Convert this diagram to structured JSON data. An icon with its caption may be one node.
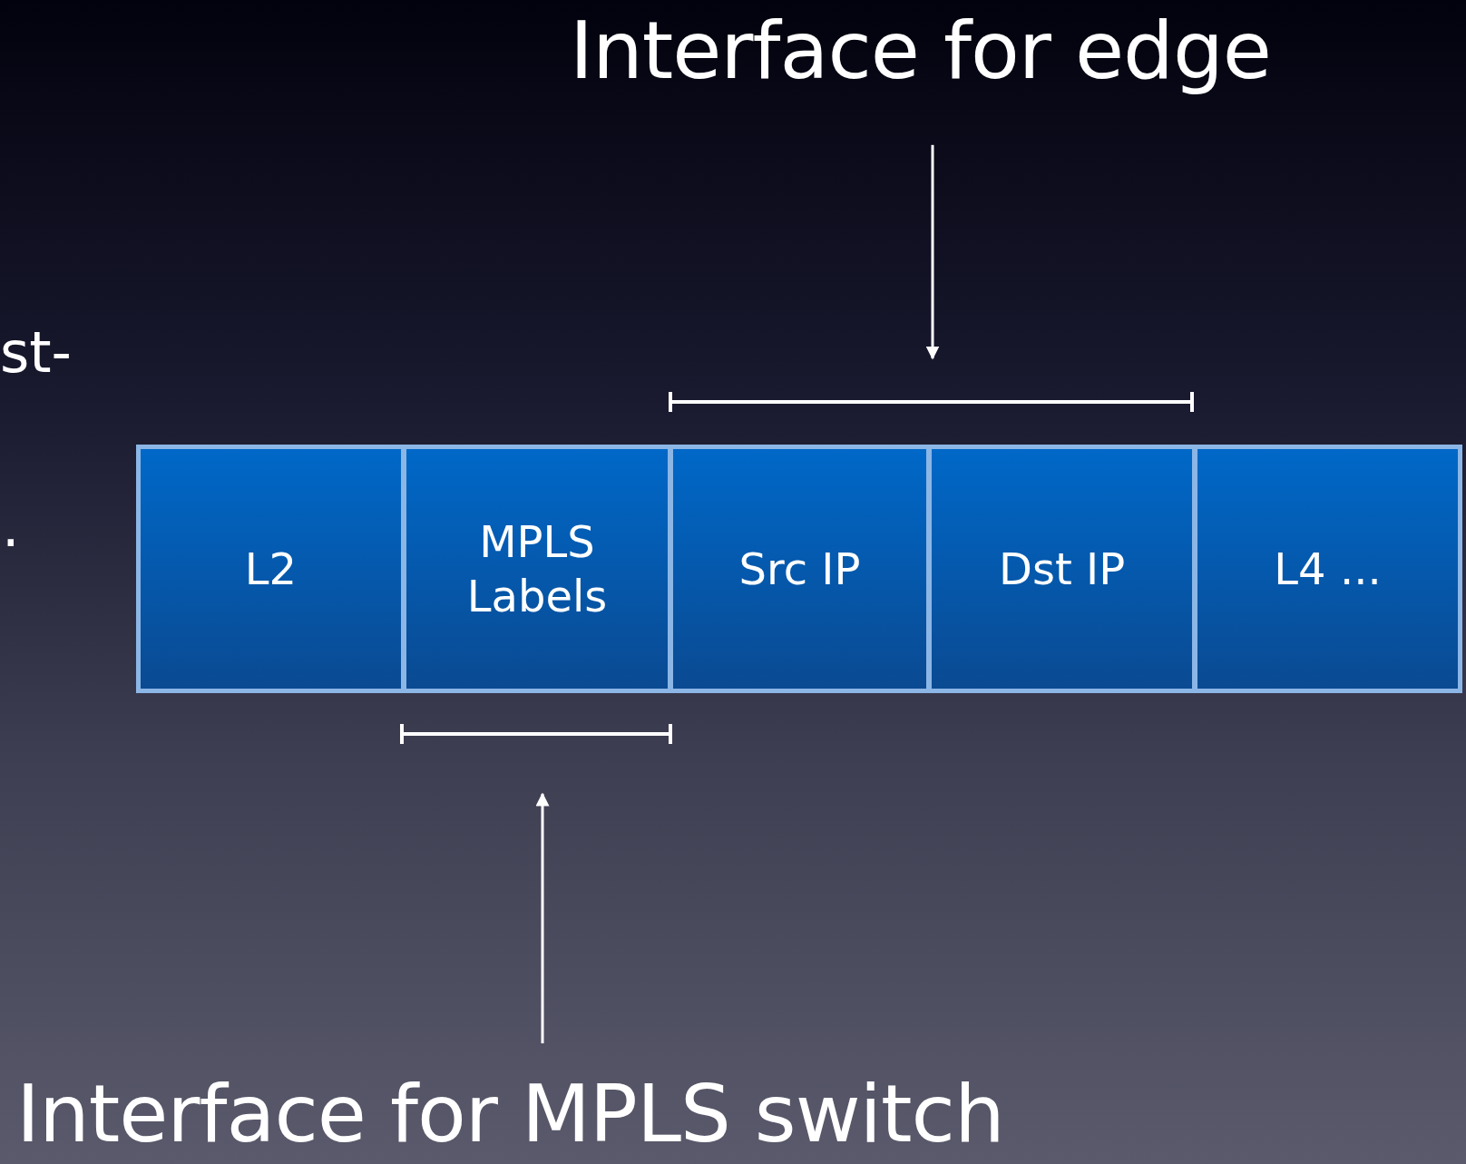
{
  "diagram": {
    "nodes": [
      {
        "text": [
          "Interface for edge"
        ]
      },
      {
        "text": [
          "L2"
        ]
      },
      {
        "text": [
          "MPLS Labels"
        ]
      },
      {
        "text": [
          "Src IP"
        ]
      },
      {
        "text": [
          "Dst IP"
        ]
      },
      {
        "text": [
          "L4 ..."
        ]
      },
      {
        "text": [
          "Interface for MPLS switch"
        ]
      }
    ],
    "edges": [
      {
        "from": 0,
        "to": null,
        "arrow": "to"
      },
      {
        "from": 6,
        "to": null,
        "arrow": "to"
      }
    ],
    "labels": [
      "st-",
      "."
    ]
  }
}
